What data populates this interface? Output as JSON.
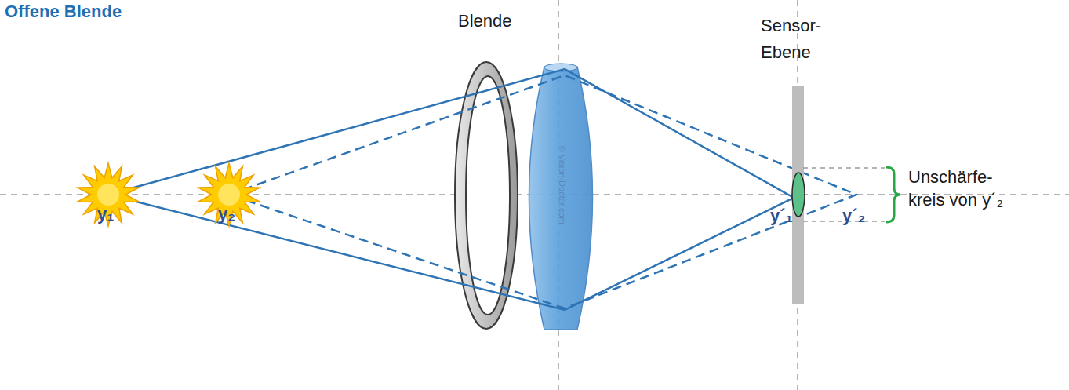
{
  "diagram": {
    "title": "Offene Blende",
    "labels": [
      "Blende",
      "Sensor- Ebene",
      "Unschärfe- kreis von y´₂",
      "y₁",
      "y₂",
      "y´₁",
      "y´₂",
      "© Vision-Doctor.com"
    ]
  }
}
